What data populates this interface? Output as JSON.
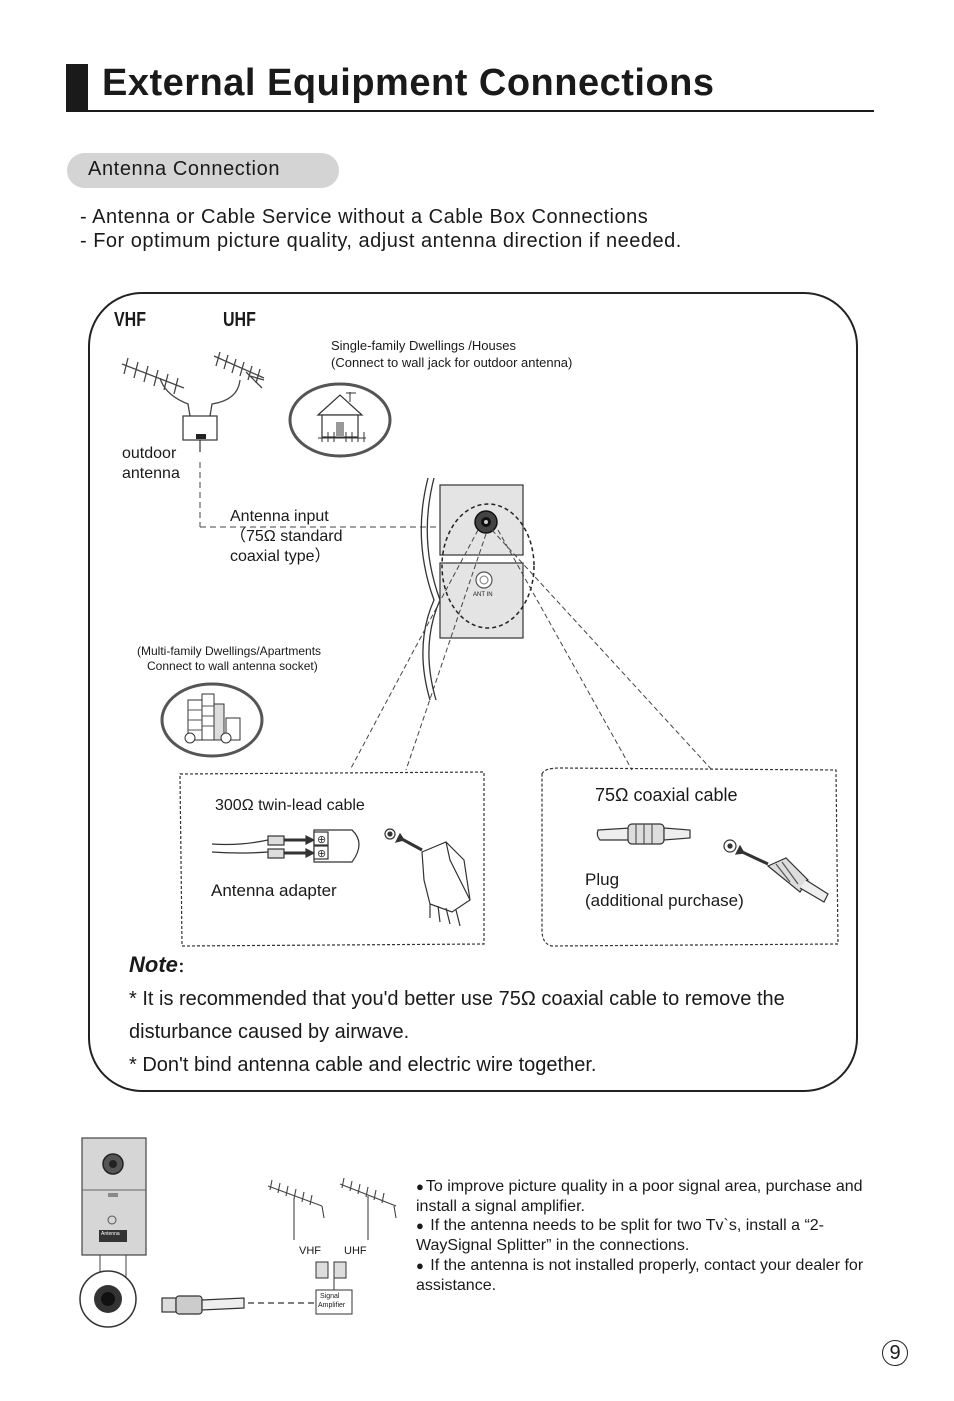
{
  "page": {
    "title": "External Equipment Connections",
    "section_label": "Antenna Connection",
    "intro_lines": [
      "- Antenna or Cable Service without a Cable Box Connections",
      "- For optimum picture quality, adjust antenna direction if needed."
    ],
    "page_number": "9"
  },
  "diagram": {
    "vhf": "VHF",
    "uhf": "UHF",
    "single_family": [
      "Single-family Dwellings /Houses",
      "(Connect to wall jack for outdoor antenna)"
    ],
    "outdoor_antenna": [
      "outdoor",
      "antenna"
    ],
    "antenna_input": [
      "Antenna input",
      "（75Ω standard",
      "coaxial type）"
    ],
    "multi_family": [
      "(Multi-family Dwellings/Apartments",
      "Connect to wall antenna socket)"
    ],
    "ant_in": "ANT IN",
    "twin_lead": "300Ω twin-lead cable",
    "antenna_adapter": "Antenna adapter",
    "coaxial_cable": "75Ω coaxial cable",
    "plug": [
      "Plug",
      "(additional purchase)"
    ]
  },
  "note": {
    "title": "Note",
    "title_suffix": "：",
    "lines": [
      "* It is recommended that you'd better use 75Ω coaxial cable to remove  the",
      "disturbance caused by airwave.",
      "* Don't bind antenna cable and electric wire together."
    ]
  },
  "amplifier": {
    "vhf": "VHF",
    "uhf": "UHF",
    "signal_amplifier": [
      "Signal",
      "Amplifier"
    ],
    "panel_label": "Antenna",
    "tips": [
      "To improve picture quality in a poor signal area, purchase and install a signal amplifier.",
      " If the antenna needs to be split for two Tv`s, install a  “2-WaySignal Splitter”  in the connections.",
      " If the antenna is not installed properly, contact your dealer for assistance."
    ]
  },
  "icons": [
    "house-icon",
    "apartment-icon",
    "antenna-socket-icon",
    "adapter-icon",
    "coax-plug-icon",
    "signal-amplifier-icon"
  ]
}
